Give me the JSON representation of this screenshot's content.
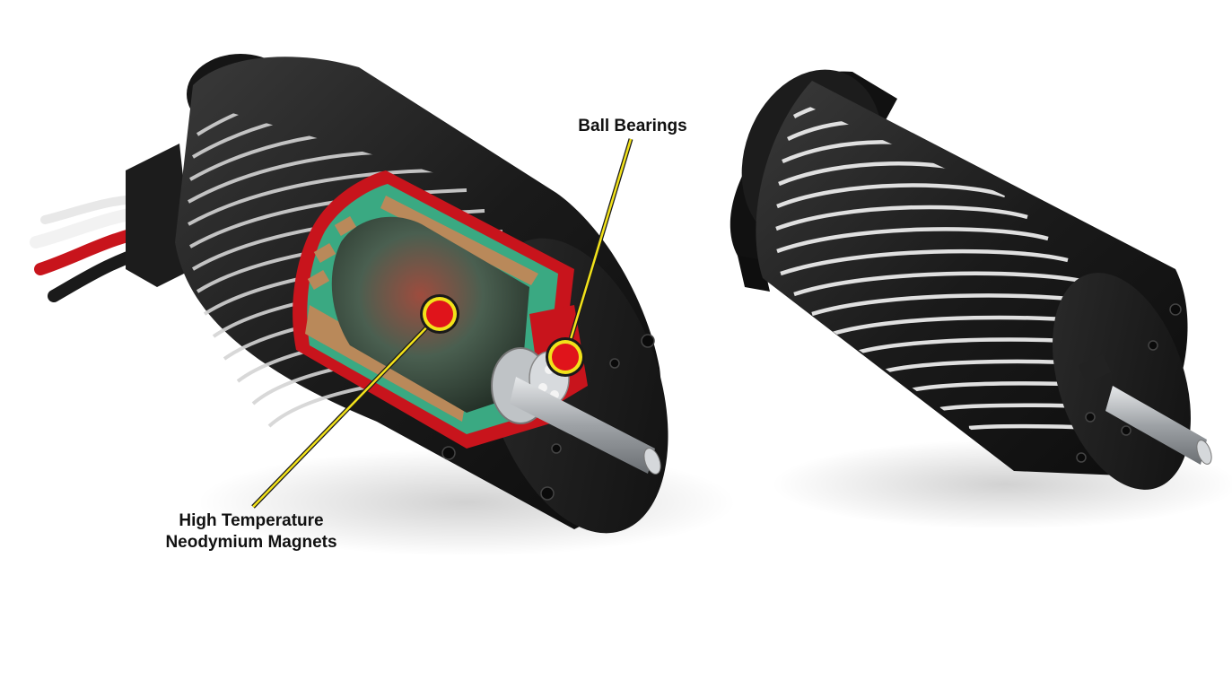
{
  "callouts": {
    "bearings": {
      "text": "Ball Bearings"
    },
    "magnets": {
      "line1": "High Temperature",
      "line2": "Neodymium Magnets"
    }
  },
  "colors": {
    "background": "#ffffff",
    "motor_body": "#1b1b1b",
    "fins": "#d9d9d9",
    "cutaway_red": "#d0121a",
    "stator_green": "#3aa982",
    "copper": "#b9895a",
    "callout_line": "#f2e21a",
    "callout_dot": "#e0141b",
    "wire_red": "#c8141c",
    "wire_white": "#f2f2f2",
    "shaft": "#b9bcc0"
  },
  "icons": {
    "left_motor": "cutaway-brushless-motor",
    "right_motor": "brushless-motor",
    "markers": "red-dot-callout"
  }
}
